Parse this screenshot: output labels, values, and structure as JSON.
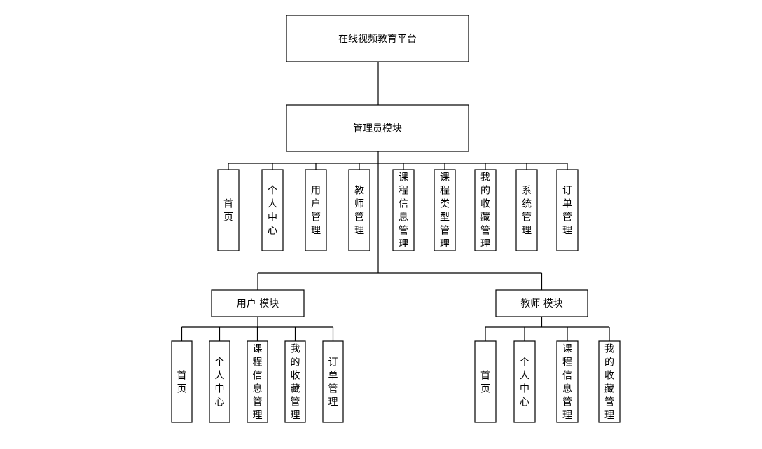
{
  "root": {
    "label": "在线视频教育平台"
  },
  "admin": {
    "label": "管理员模块",
    "children": [
      "首页",
      "个人中心",
      "用户管理",
      "教师管理",
      "课程信息管理",
      "课程类型管理",
      "我的收藏管理",
      "系统管理",
      "订单管理"
    ]
  },
  "user": {
    "label": "用户 模块",
    "children": [
      "首页",
      "个人中心",
      "课程信息管理",
      "我的收藏管理",
      "订单管理"
    ]
  },
  "teacher": {
    "label": "教师 模块",
    "children": [
      "首页",
      "个人中心",
      "课程信息管理",
      "我的收藏管理"
    ]
  }
}
